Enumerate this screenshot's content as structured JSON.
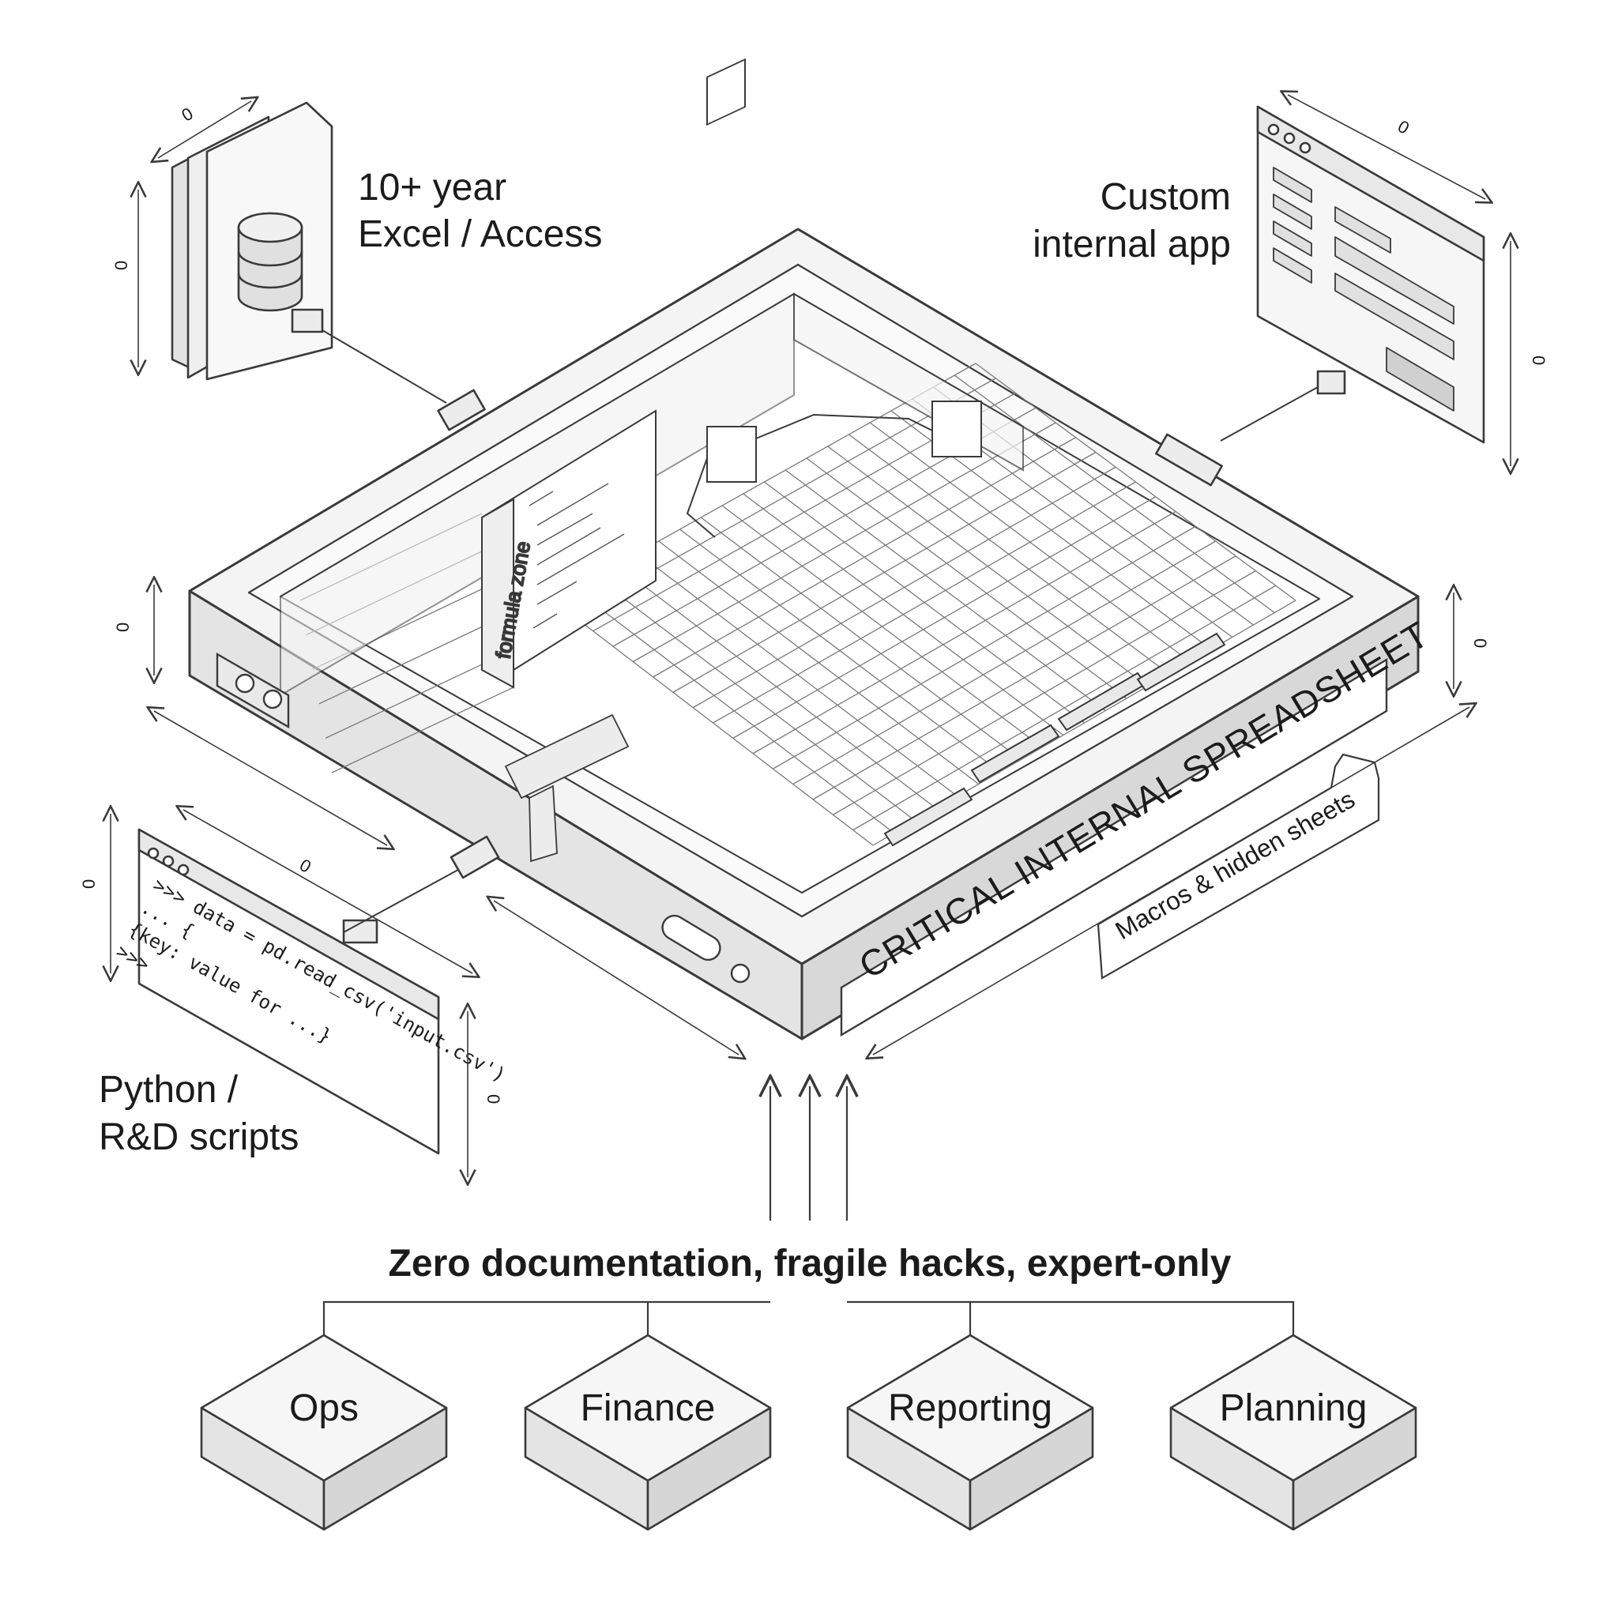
{
  "sources": {
    "legacy_db": {
      "line1": "10+ year",
      "line2": "Excel / Access",
      "icon": "database-icon"
    },
    "custom_app": {
      "line1": "Custom",
      "line2": "internal app",
      "icon": "app-window-icon"
    },
    "python": {
      "line1": "Python /",
      "line2": "R&D scripts",
      "icon": "terminal-window-icon",
      "code": [
        ">>> data = pd.read_csv('input.csv')",
        "...   {",
        "      {key: value for ...}",
        ">>>"
      ]
    }
  },
  "spreadsheet": {
    "title": "CRITICAL INTERNAL SPREADSHEET",
    "callout": "Macros & hidden sheets",
    "formula_zone": "formula zone"
  },
  "dimension_marker": "0",
  "summary": "Zero documentation, fragile hacks, expert-only",
  "departments": [
    "Ops",
    "Finance",
    "Reporting",
    "Planning"
  ],
  "colors": {
    "line": "#3a3a3a",
    "fill": "#f2f2f2",
    "face": "#e2e2e2",
    "side": "#d4d4d4",
    "background": "#ffffff"
  }
}
